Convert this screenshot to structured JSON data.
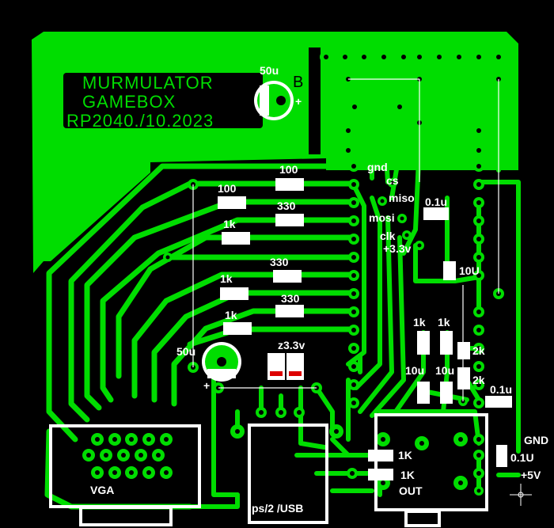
{
  "title": {
    "line1": "MURMULATOR",
    "line2": "GAMEBOX",
    "line3": "RP2040./10.2023"
  },
  "caps": {
    "top_electrolytic": "50u",
    "top_side_letter": "B",
    "left_electrolytic": "50u",
    "plus": "+",
    "c1": "0.1u",
    "c2": "10U",
    "c3": "10u",
    "c4": "10u",
    "c5": "0.1u",
    "c6": "0.1U"
  },
  "resistors": {
    "r_100_top": "100",
    "r_100_left": "100",
    "r_330_a": "330",
    "r_1k_a": "1k",
    "r_330_b": "330",
    "r_1k_b": "1k",
    "r_330_c": "330",
    "r_1k_c": "1k",
    "r_1k_audio_a": "1k",
    "r_1k_audio_b": "1k",
    "r_2k_a": "2k",
    "r_2k_b": "2k",
    "r_1K_out_a": "1K",
    "r_1K_out_b": "1K"
  },
  "zener": "z3.3v",
  "sd_pins": {
    "gnd": "gnd",
    "cs": "cs",
    "miso": "miso",
    "mosi": "mosi",
    "clk": "clk",
    "v33": "+3.3v"
  },
  "power": {
    "gnd": "GND",
    "v5": "+5V"
  },
  "connectors": {
    "vga": "VGA",
    "ps2": "ps/2 /USB",
    "audio": "OUT"
  },
  "colors": {
    "copper": "#00dd00",
    "background": "#000000",
    "silkscreen": "#ffffff"
  }
}
